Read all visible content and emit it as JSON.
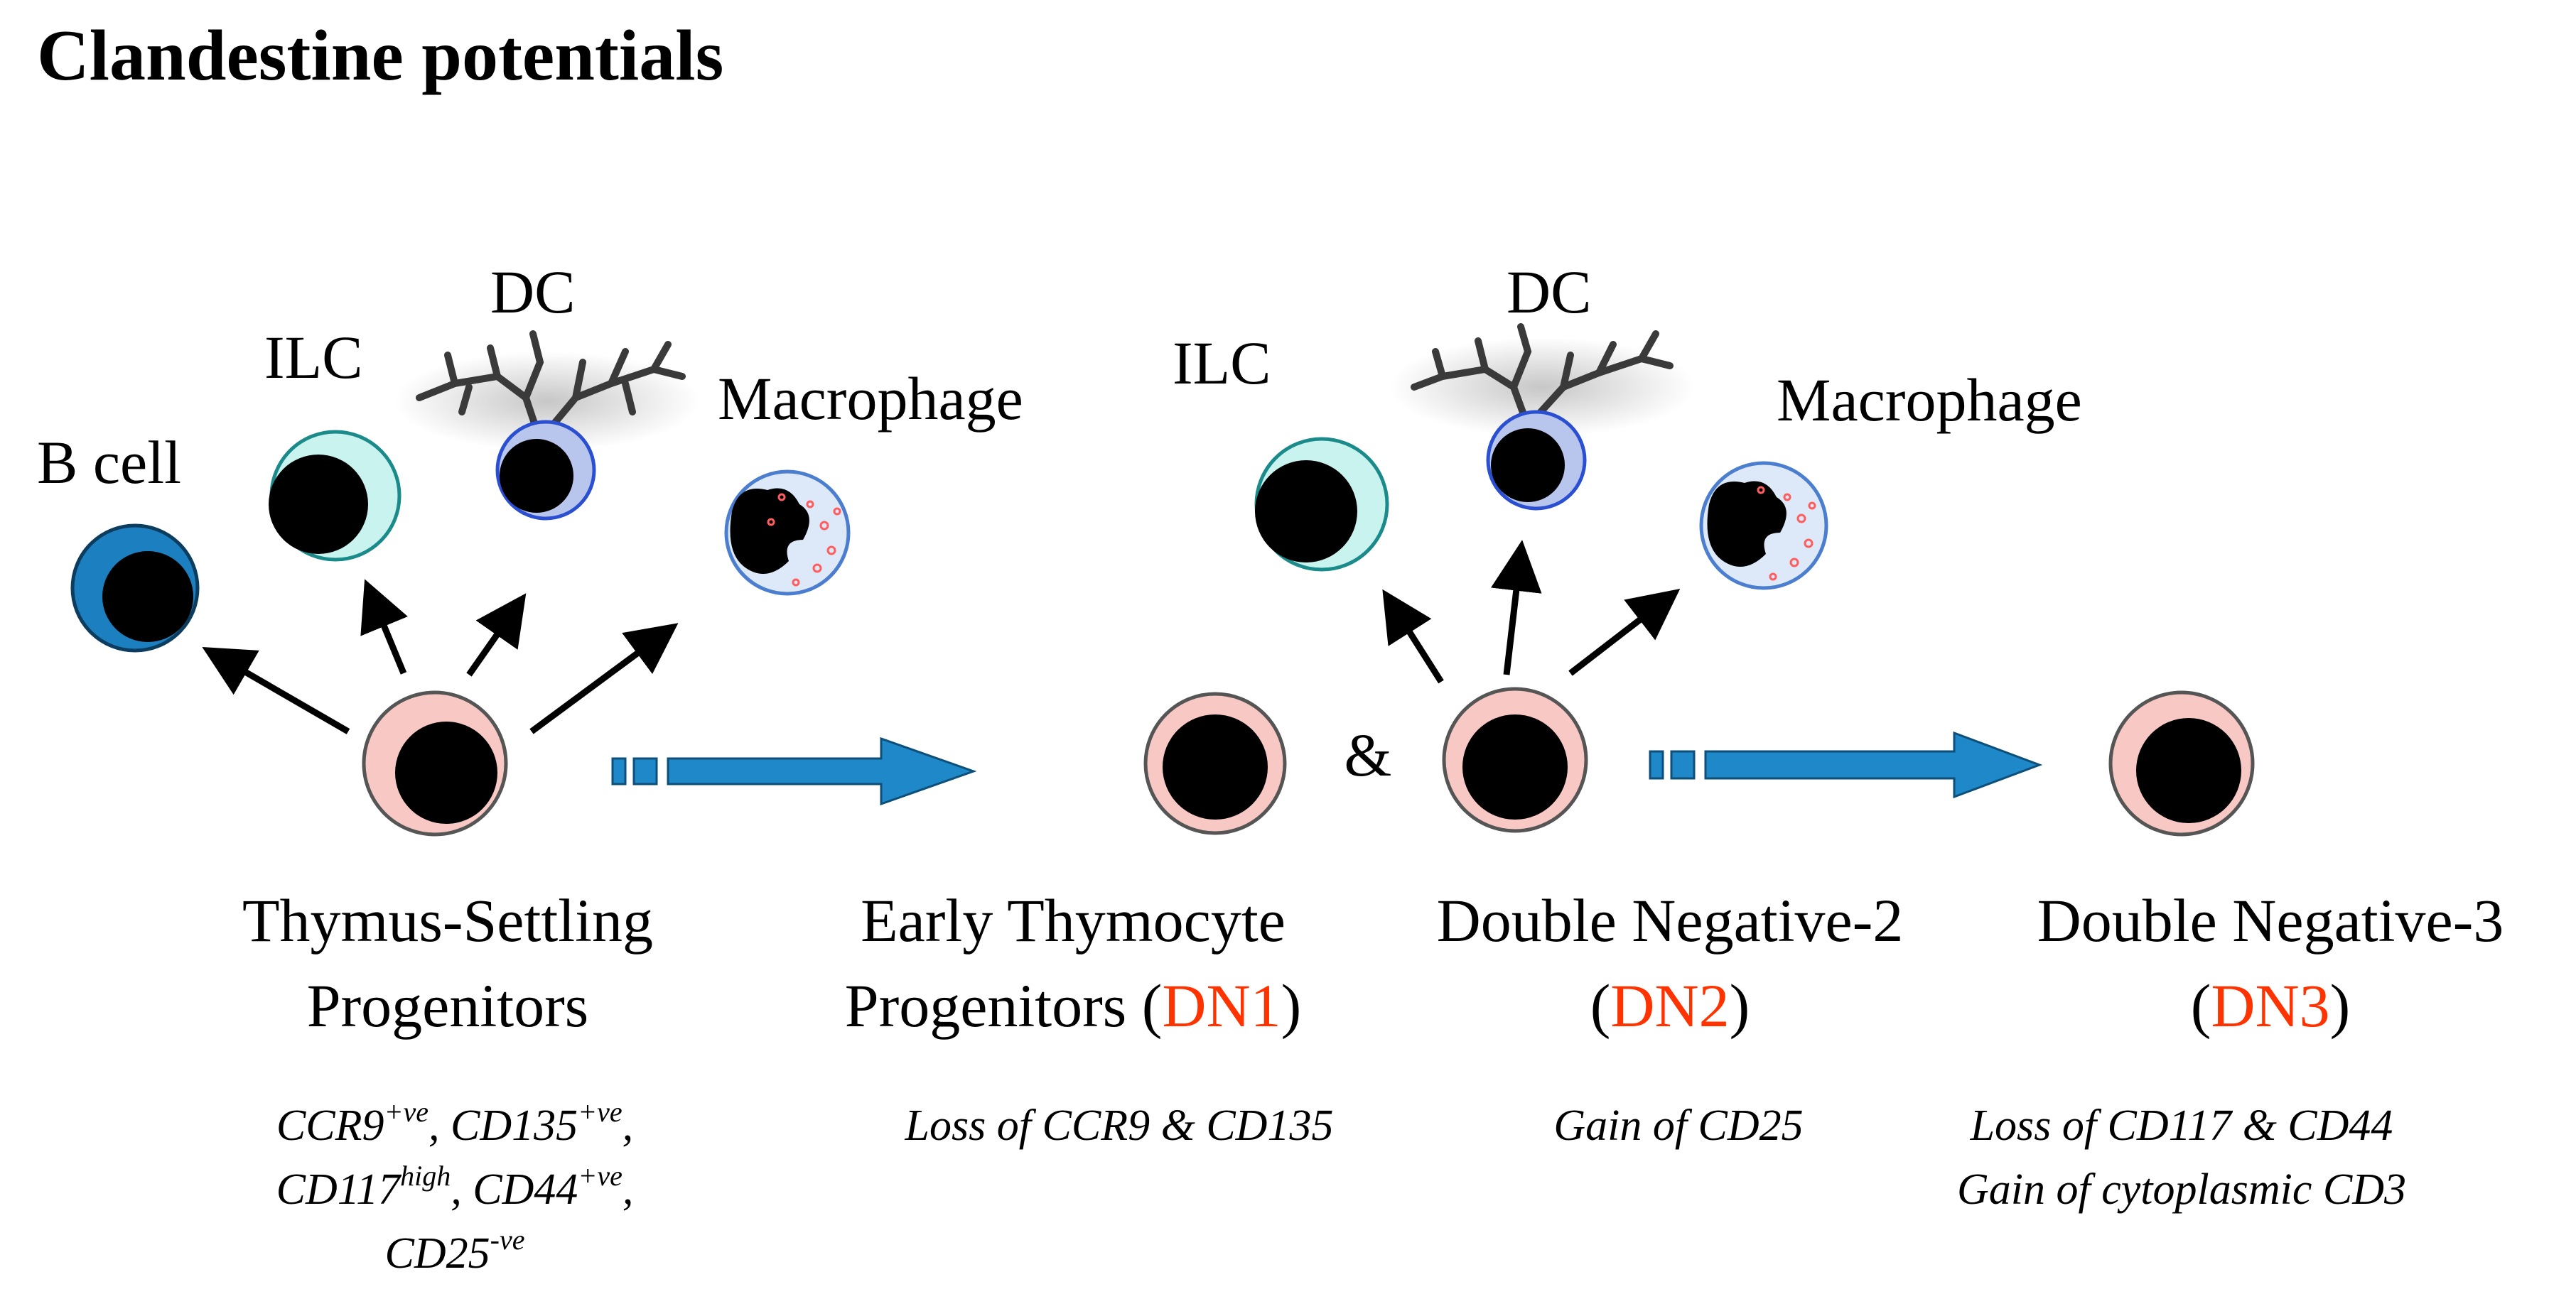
{
  "title": "Clandestine potentials",
  "colors": {
    "progenitor_fill": "#f8c9c4",
    "bcell_fill": "#1b7fc0",
    "ilc_fill": "#c9f3ef",
    "dc_fill": "#b8c6ee",
    "macrophage_fill": "#dde8f8",
    "macrophage_granule": "#ff5d5d",
    "arrow_fill": "#1e88c8",
    "accent_text": "#ff3300"
  },
  "left_panel": {
    "labels": {
      "b_cell": "B cell",
      "ilc": "ILC",
      "dc": "DC",
      "macrophage": "Macrophage"
    },
    "progenitor": {
      "line1": "Thymus-Settling",
      "line2": "Progenitors"
    },
    "markers": {
      "line1": [
        {
          "base": "CCR9",
          "sup": "+ve",
          "sep": ", "
        },
        {
          "base": "CD135",
          "sup": "+ve",
          "sep": ","
        }
      ],
      "line2": [
        {
          "base": "CD117",
          "sup": "high",
          "sep": ", "
        },
        {
          "base": "CD44",
          "sup": "+ve",
          "sep": ","
        }
      ],
      "line3": [
        {
          "base": "CD25",
          "sup": "-ve",
          "sep": ""
        }
      ]
    }
  },
  "right_panel": {
    "labels": {
      "ilc": "ILC",
      "dc": "DC",
      "macrophage": "Macrophage"
    },
    "ampersand": "&",
    "dn1": {
      "line1": "Early Thymocyte",
      "line2_prefix": "Progenitors (",
      "code": "DN1",
      "suffix": ")"
    },
    "dn2": {
      "line1": "Double Negative-2",
      "line2_prefix": "(",
      "code": "DN2",
      "suffix": ")"
    },
    "dn3": {
      "line1": "Double Negative-3",
      "line2_prefix": "(",
      "code": "DN3",
      "suffix": ")"
    },
    "notes": {
      "dn1": "Loss of CCR9 & CD135",
      "dn2": "Gain of CD25",
      "dn3_line1": "Loss of CD117 & CD44",
      "dn3_line2": "Gain of cytoplasmic CD3"
    }
  }
}
